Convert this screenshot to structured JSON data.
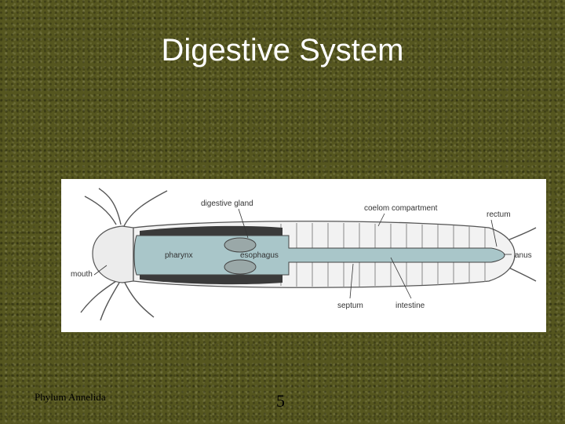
{
  "slide": {
    "title": "Digestive System",
    "footer": "Phylum Annelida",
    "page_number": "5"
  },
  "diagram": {
    "labels": {
      "digestive_gland": "digestive gland",
      "coelom_compartment": "coelom compartment",
      "rectum": "rectum",
      "mouth": "mouth",
      "pharynx": "pharynx",
      "esophagus": "esophagus",
      "anus": "anus",
      "septum": "septum",
      "intestine": "intestine"
    },
    "colors": {
      "gut": "#a9c6c9",
      "background": "#55561f"
    }
  }
}
